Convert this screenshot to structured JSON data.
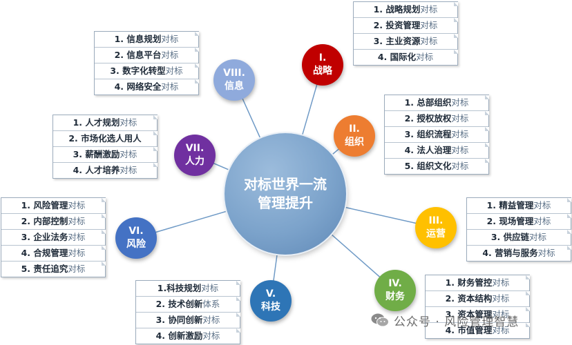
{
  "hub": {
    "line1": "对标世界一流",
    "line2": "管理提升"
  },
  "categories": [
    {
      "numeral": "I.",
      "label": "战略",
      "color": "#c00000",
      "items": [
        {
          "k": "1. 战略规划",
          "s": "对标"
        },
        {
          "k": "2. 投资管理",
          "s": "对标"
        },
        {
          "k": "3. 主业资源",
          "s": "对标"
        },
        {
          "k": "4. 国际化",
          "s": "对标"
        }
      ]
    },
    {
      "numeral": "II.",
      "label": "组织",
      "color": "#ed7d31",
      "items": [
        {
          "k": "1. 总部组织",
          "s": "对标"
        },
        {
          "k": "2. 授权放权",
          "s": "对标"
        },
        {
          "k": "3. 组织流程",
          "s": "对标"
        },
        {
          "k": "4. 法人治理",
          "s": "对标"
        },
        {
          "k": "5. 组织文化",
          "s": "对标"
        }
      ]
    },
    {
      "numeral": "III.",
      "label": "运营",
      "color": "#ffc000",
      "items": [
        {
          "k": "1. 精益管理",
          "s": "对标"
        },
        {
          "k": "2. 现场管理",
          "s": "对标"
        },
        {
          "k": "3. 供应链",
          "s": "对标"
        },
        {
          "k": "4. 营销与服务",
          "s": "对标"
        }
      ]
    },
    {
      "numeral": "IV.",
      "label": "财务",
      "color": "#70ad47",
      "items": [
        {
          "k": "1. 财务管控",
          "s": "对标"
        },
        {
          "k": "2. 资本结构",
          "s": "对标"
        },
        {
          "k": "3. 资本管理",
          "s": "对标"
        },
        {
          "k": "4. 市值管理",
          "s": "对标"
        }
      ]
    },
    {
      "numeral": "V.",
      "label": "科技",
      "color": "#2e75b6",
      "items": [
        {
          "k": "1.科技规划",
          "s": "对标"
        },
        {
          "k": "2. 技术创新",
          "s": "体系"
        },
        {
          "k": "3. 协同创新",
          "s": "对标"
        },
        {
          "k": "4. 创新激励",
          "s": "对标"
        }
      ]
    },
    {
      "numeral": "VI.",
      "label": "风险",
      "color": "#4472c4",
      "items": [
        {
          "k": "1. 风险管理",
          "s": "对标"
        },
        {
          "k": "2. 内部控制",
          "s": "对标"
        },
        {
          "k": "3. 企业法务",
          "s": "对标"
        },
        {
          "k": "4. 合规管理",
          "s": "对标"
        },
        {
          "k": "5. 责任追究",
          "s": "对标"
        }
      ]
    },
    {
      "numeral": "VII.",
      "label": "人力",
      "color": "#7030a0",
      "items": [
        {
          "k": "1. 人才规划",
          "s": "对标"
        },
        {
          "k": "2. 市场化选人用人",
          "s": ""
        },
        {
          "k": "3. 薪酬激励",
          "s": "对标"
        },
        {
          "k": "4. 人才培养",
          "s": "对标"
        }
      ]
    },
    {
      "numeral": "VIII.",
      "label": "信息",
      "color": "#8faadc",
      "items": [
        {
          "k": "1. 信息规划",
          "s": "对标"
        },
        {
          "k": "2. 信息平台",
          "s": "对标"
        },
        {
          "k": "3. 数字化转型",
          "s": "对标"
        },
        {
          "k": "4. 网络安全",
          "s": "对标"
        }
      ]
    }
  ],
  "watermark": "公众号 · 风险管理智慧",
  "colors": {
    "hub": "#7ca3cb",
    "connector": "#6f9ac6",
    "box_border": "#9aaabb",
    "detail_text": "#5a6f86"
  }
}
